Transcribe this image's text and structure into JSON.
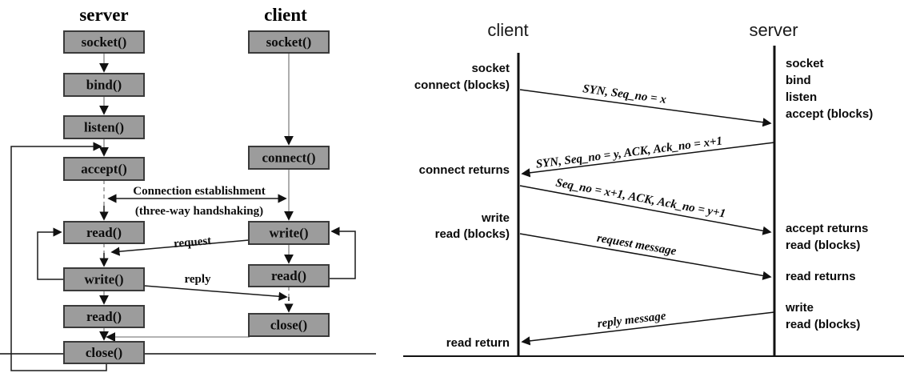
{
  "left_flowchart": {
    "server_title": "server",
    "client_title": "client",
    "server_steps": [
      "socket()",
      "bind()",
      "listen()",
      "accept()",
      "read()",
      "write()",
      "read()",
      "close()"
    ],
    "client_steps": [
      "socket()",
      "connect()",
      "write()",
      "read()",
      "close()"
    ],
    "handshake_note_line1": "Connection establishment",
    "handshake_note_line2": "(three-way handshaking)",
    "request_label": "request",
    "reply_label": "reply"
  },
  "right_sequence": {
    "client_title": "client",
    "server_title": "server",
    "client_annotations": [
      "socket",
      "connect (blocks)",
      "connect returns",
      "write",
      "read (blocks)",
      "read return"
    ],
    "server_annotations": [
      "socket",
      "bind",
      "listen",
      "accept (blocks)",
      "accept returns",
      "read (blocks)",
      "read returns",
      "write",
      "read (blocks)"
    ],
    "messages": [
      {
        "label": "SYN, Seq_no = x",
        "from": "client",
        "to": "server"
      },
      {
        "label": "SYN, Seq_no = y, ACK, Ack_no = x+1",
        "from": "server",
        "to": "client"
      },
      {
        "label": "Seq_no = x+1, ACK, Ack_no = y+1",
        "from": "client",
        "to": "server"
      },
      {
        "label": "request message",
        "from": "client",
        "to": "server"
      },
      {
        "label": "reply message",
        "from": "server",
        "to": "client"
      }
    ]
  },
  "colors": {
    "box_fill": "#9c9c9c",
    "box_border": "#3a3a3a",
    "connector_gray": "#9a9a9a",
    "line_black": "#111111"
  }
}
